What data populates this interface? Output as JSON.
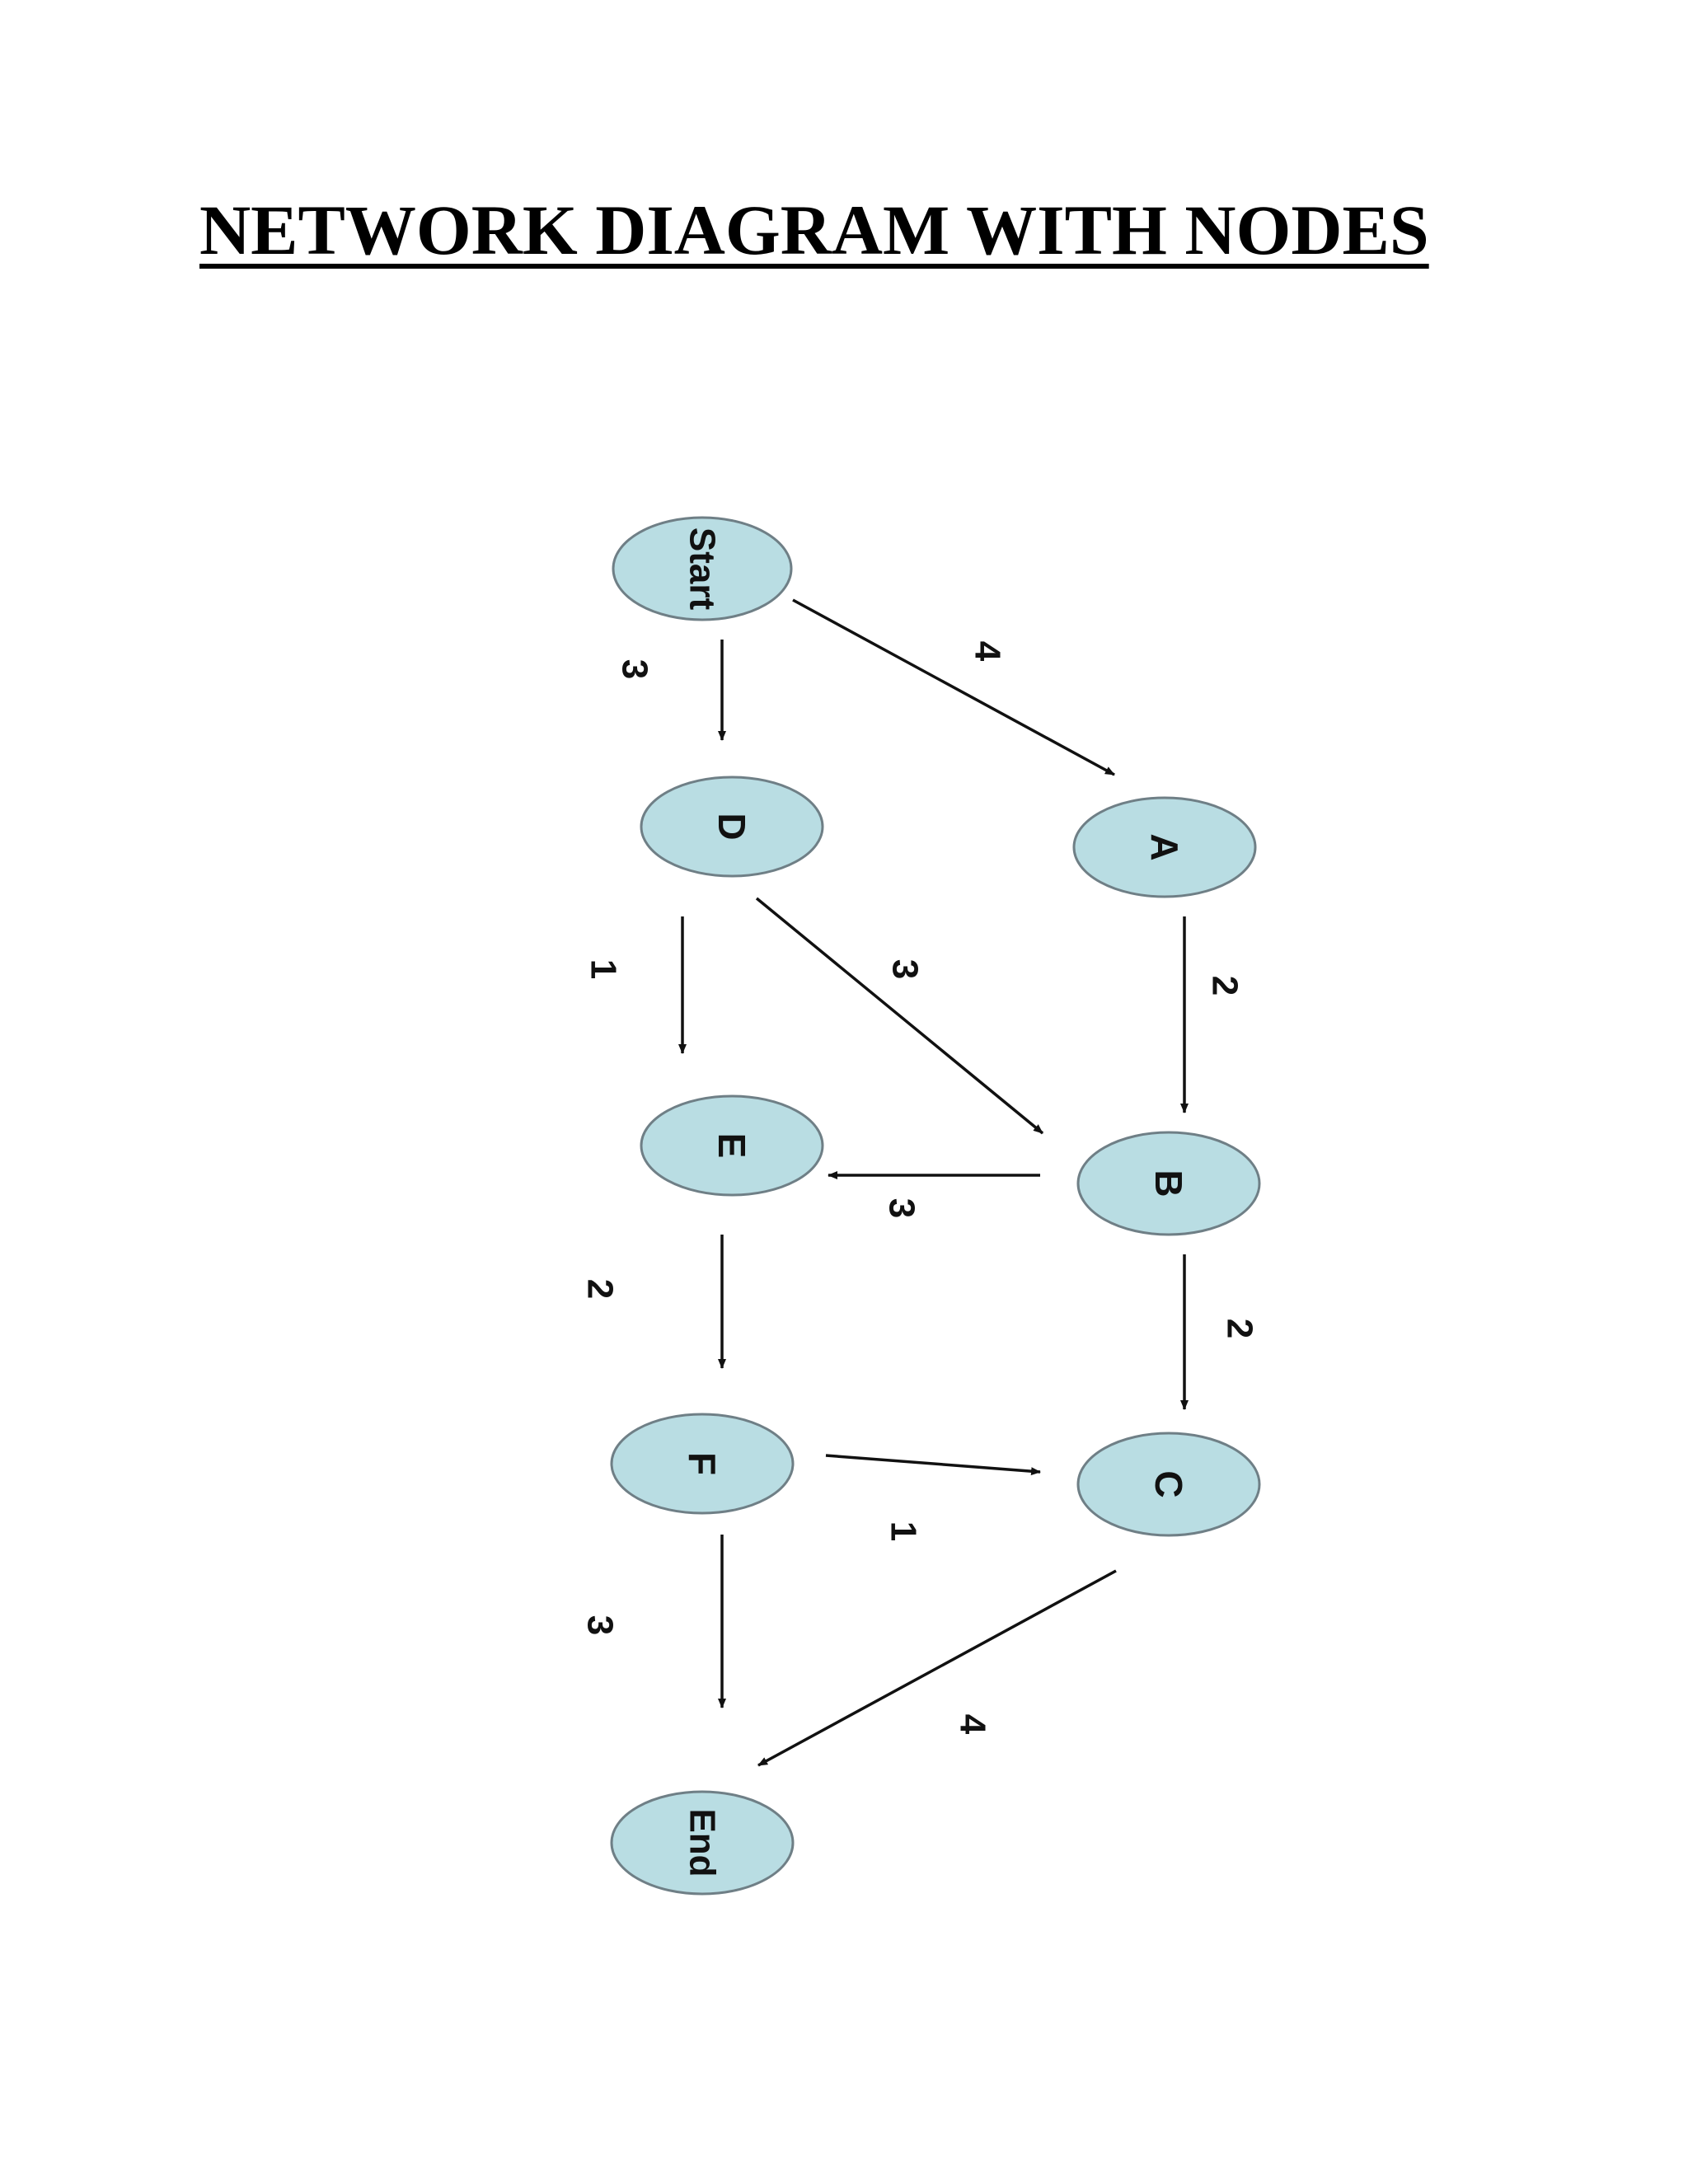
{
  "title": "NETWORK DIAGRAM WITH NODES",
  "colors": {
    "node_fill": "#b9dde3",
    "node_stroke": "#6f7f86",
    "edge": "#111111",
    "title": "#000000"
  },
  "diagram": {
    "orientation": "rotated 90 degrees clockwise (text reads top-to-bottom)",
    "nodes": [
      {
        "id": "Start",
        "label": "Start"
      },
      {
        "id": "A",
        "label": "A"
      },
      {
        "id": "B",
        "label": "B"
      },
      {
        "id": "C",
        "label": "C"
      },
      {
        "id": "D",
        "label": "D"
      },
      {
        "id": "E",
        "label": "E"
      },
      {
        "id": "F",
        "label": "F"
      },
      {
        "id": "End",
        "label": "End"
      }
    ],
    "edges": [
      {
        "from": "Start",
        "to": "A",
        "weight": "4"
      },
      {
        "from": "Start",
        "to": "D",
        "weight": "3"
      },
      {
        "from": "A",
        "to": "B",
        "weight": "2"
      },
      {
        "from": "D",
        "to": "B",
        "weight": "3"
      },
      {
        "from": "D",
        "to": "E",
        "weight": "1"
      },
      {
        "from": "B",
        "to": "E",
        "weight": "3"
      },
      {
        "from": "B",
        "to": "C",
        "weight": "2"
      },
      {
        "from": "E",
        "to": "F",
        "weight": "2"
      },
      {
        "from": "F",
        "to": "C",
        "weight": "1"
      },
      {
        "from": "F",
        "to": "End",
        "weight": "3"
      },
      {
        "from": "C",
        "to": "End",
        "weight": "4"
      }
    ]
  }
}
